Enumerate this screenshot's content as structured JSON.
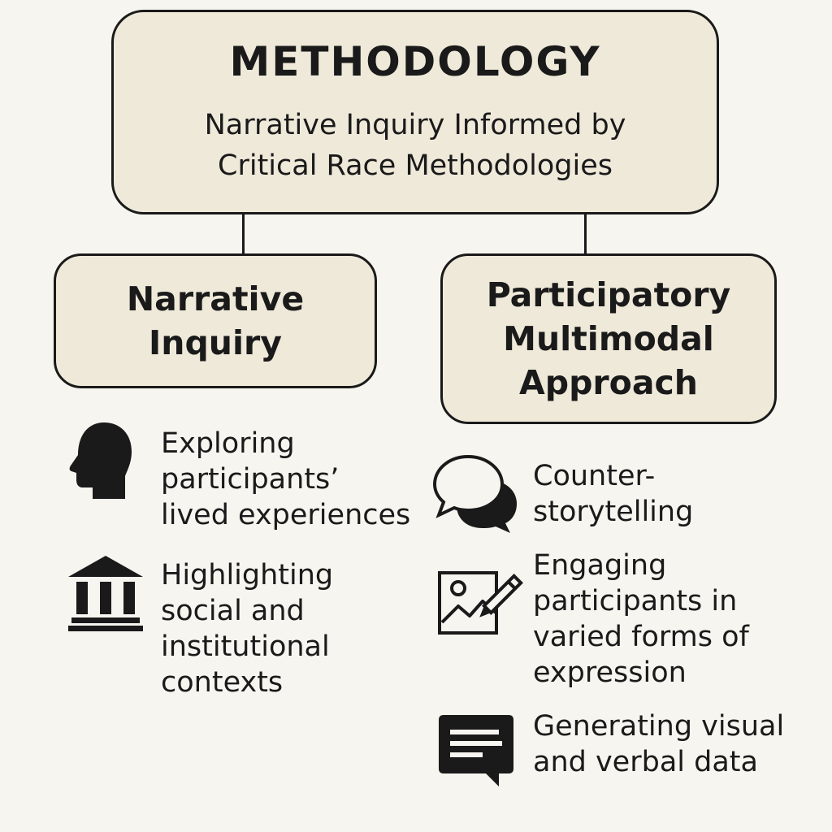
{
  "methodology": {
    "title": "METHODOLOGY",
    "subtitle_lines": [
      "Narrative Inquiry Informed by",
      "Critical Race Methodologies"
    ]
  },
  "branches": [
    {
      "title_lines": [
        "Narrative",
        "Inquiry"
      ],
      "items": [
        {
          "icon": "head-profile-icon",
          "text_lines": [
            "Exploring",
            "participants’",
            "lived experiences"
          ]
        },
        {
          "icon": "institution-building-icon",
          "text_lines": [
            "Highlighting",
            "social and",
            "institutional",
            "contexts"
          ]
        }
      ]
    },
    {
      "title_lines": [
        "Participatory",
        "Multimodal",
        "Approach"
      ],
      "items": [
        {
          "icon": "speech-bubbles-icon",
          "text_lines": [
            "Counter-",
            "storytelling"
          ]
        },
        {
          "icon": "image-pencil-icon",
          "text_lines": [
            "Engaging",
            "participants in",
            "varied forms of",
            "expression"
          ]
        },
        {
          "icon": "message-icon",
          "text_lines": [
            "Generating visual",
            "and verbal data"
          ]
        }
      ]
    }
  ],
  "colors": {
    "background": "#f7f5f0",
    "box_fill": "#efe9da",
    "stroke": "#1a1a1a"
  }
}
